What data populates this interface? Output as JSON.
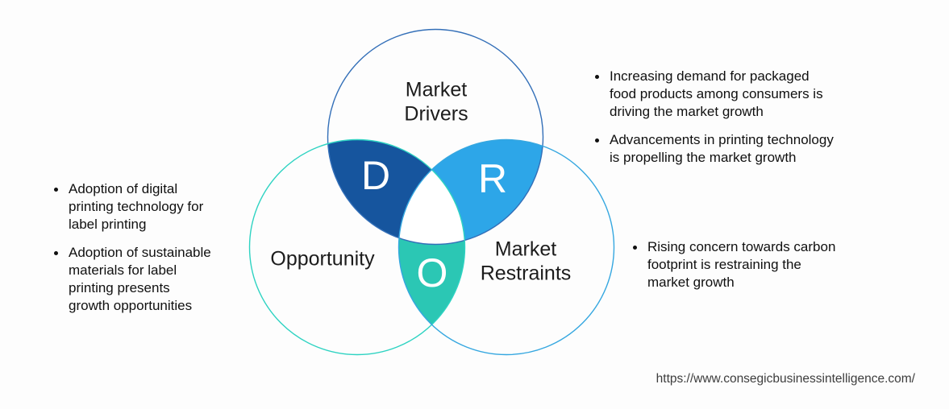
{
  "page": {
    "background": "#fdfdfd",
    "source_url": "https://www.consegicbusinessintelligence.com/"
  },
  "venn": {
    "drivers": {
      "label": "Market\nDrivers",
      "letter": "D"
    },
    "restraints": {
      "label": "Market\nRestraints",
      "letter": "R"
    },
    "opportunity": {
      "label": "Opportunity",
      "letter": "O"
    }
  },
  "colors": {
    "drivers_lens": "#16559E",
    "restraints_lens": "#2DA6E8",
    "opportunity_lens": "#2BC7B4",
    "center_overlap": "#FFFFFF",
    "drivers_stroke": "#336FB8",
    "opportunity_stroke": "#2ED3C2",
    "restraints_stroke": "#35A7E0",
    "letter_color": "#FFFFFF",
    "text_color": "#101010",
    "url_color": "#3D3D3D"
  },
  "annotations": {
    "drivers_points": [
      "Increasing demand for packaged\nfood products among consumers is\ndriving the market growth",
      "Advancements in printing technology\nis propelling the market growth"
    ],
    "opportunity_points": [
      "Adoption of digital\nprinting technology for\nlabel printing",
      "Adoption of sustainable\nmaterials for label\nprinting presents\ngrowth opportunities"
    ],
    "restraints_points": [
      "Rising concern towards carbon\nfootprint is restraining the\nmarket growth"
    ]
  }
}
